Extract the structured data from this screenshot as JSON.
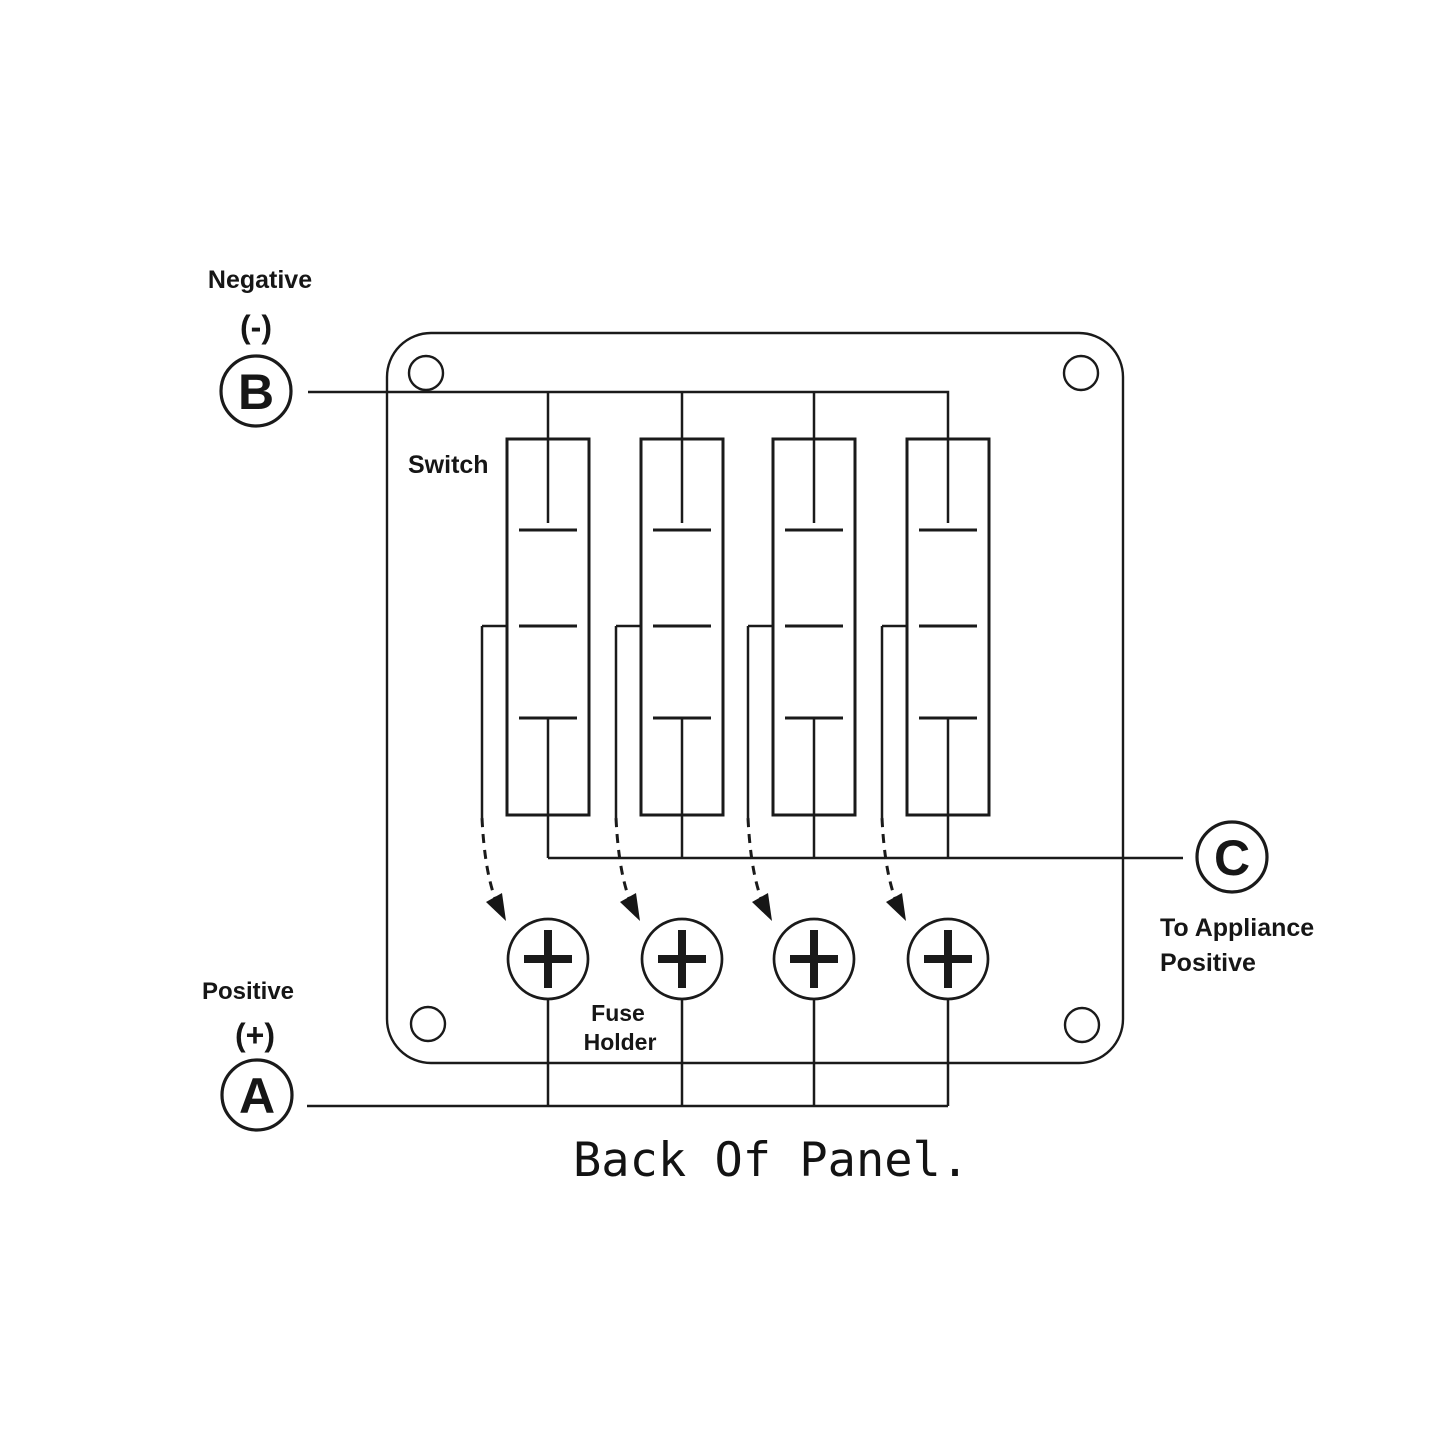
{
  "diagram": {
    "title": "Back Of Panel.",
    "line_color": "#1a1a1a",
    "negative_label": "Negative",
    "negative_symbol": "(-)",
    "terminal_b": "B",
    "positive_label": "Positive",
    "positive_symbol": "(+)",
    "terminal_a": "A",
    "terminal_c": "C",
    "appliance_line1": "To Appliance",
    "appliance_line2": "Positive",
    "switch_label": "Switch",
    "fuse_label_line1": "Fuse",
    "fuse_label_line2": "Holder",
    "switch_count": 4,
    "fuse_holder_count": 4
  }
}
